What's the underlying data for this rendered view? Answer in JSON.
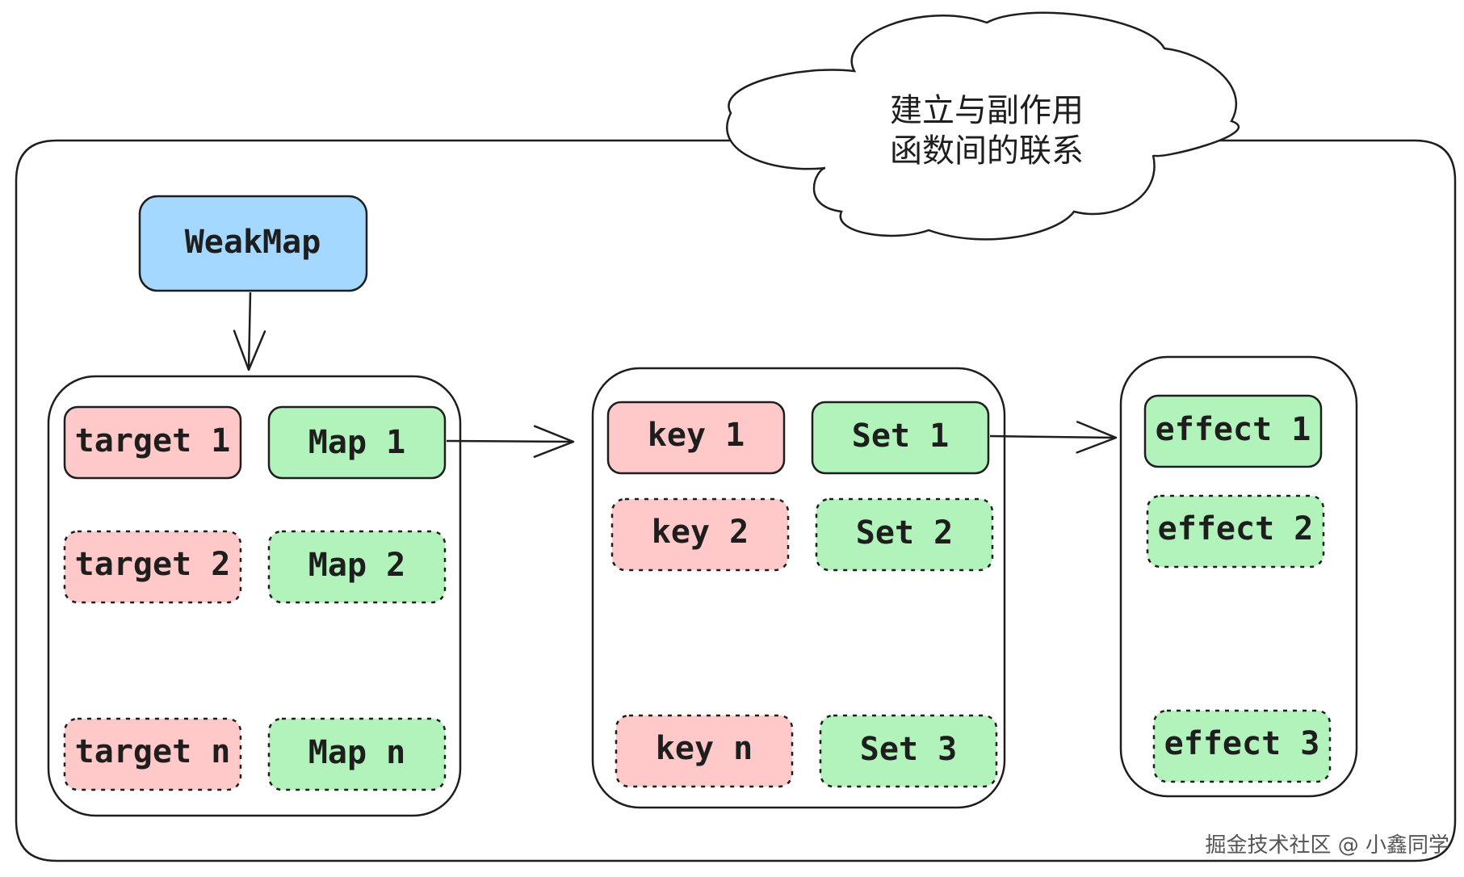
{
  "weakmap": {
    "label": "WeakMap"
  },
  "cloud": {
    "line1": "建立与副作用",
    "line2": "函数间的联系"
  },
  "targets": {
    "rows": [
      {
        "target": "target 1",
        "map": "Map 1"
      },
      {
        "target": "target 2",
        "map": "Map 2"
      },
      {
        "target": "target n",
        "map": "Map n"
      }
    ]
  },
  "keys": {
    "rows": [
      {
        "key": "key 1",
        "set": "Set 1"
      },
      {
        "key": "key 2",
        "set": "Set 2"
      },
      {
        "key": "key n",
        "set": "Set 3"
      }
    ]
  },
  "effects": {
    "items": [
      "effect 1",
      "effect 2",
      "effect 3"
    ]
  },
  "watermark": "掘金技术社区 @ 小鑫同学",
  "colors": {
    "blue_fill": "#a5d8ff",
    "red_fill": "#ffc9c9",
    "green_fill": "#b2f2bb",
    "stroke": "#1e1e1e"
  }
}
